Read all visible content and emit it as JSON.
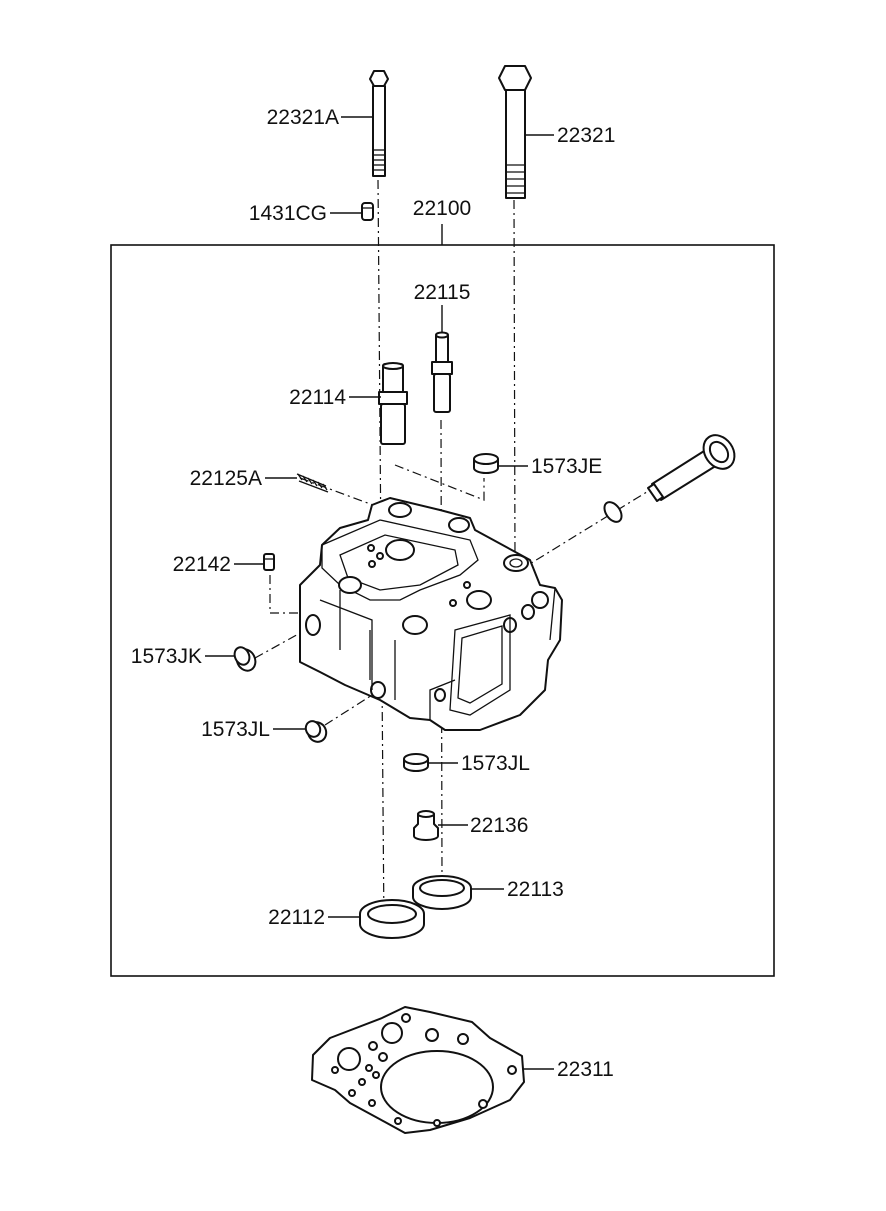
{
  "callouts": {
    "c22321A": "22321A",
    "c22321": "22321",
    "c1431CG": "1431CG",
    "c22100": "22100",
    "c22115": "22115",
    "c22114": "22114",
    "c22125A": "22125A",
    "c1573JE": "1573JE",
    "c22142": "22142",
    "c1573JK": "1573JK",
    "c1573JL_a": "1573JL",
    "c1573JL_b": "1573JL",
    "c22136": "22136",
    "c22113": "22113",
    "c22112": "22112",
    "c22311": "22311"
  }
}
